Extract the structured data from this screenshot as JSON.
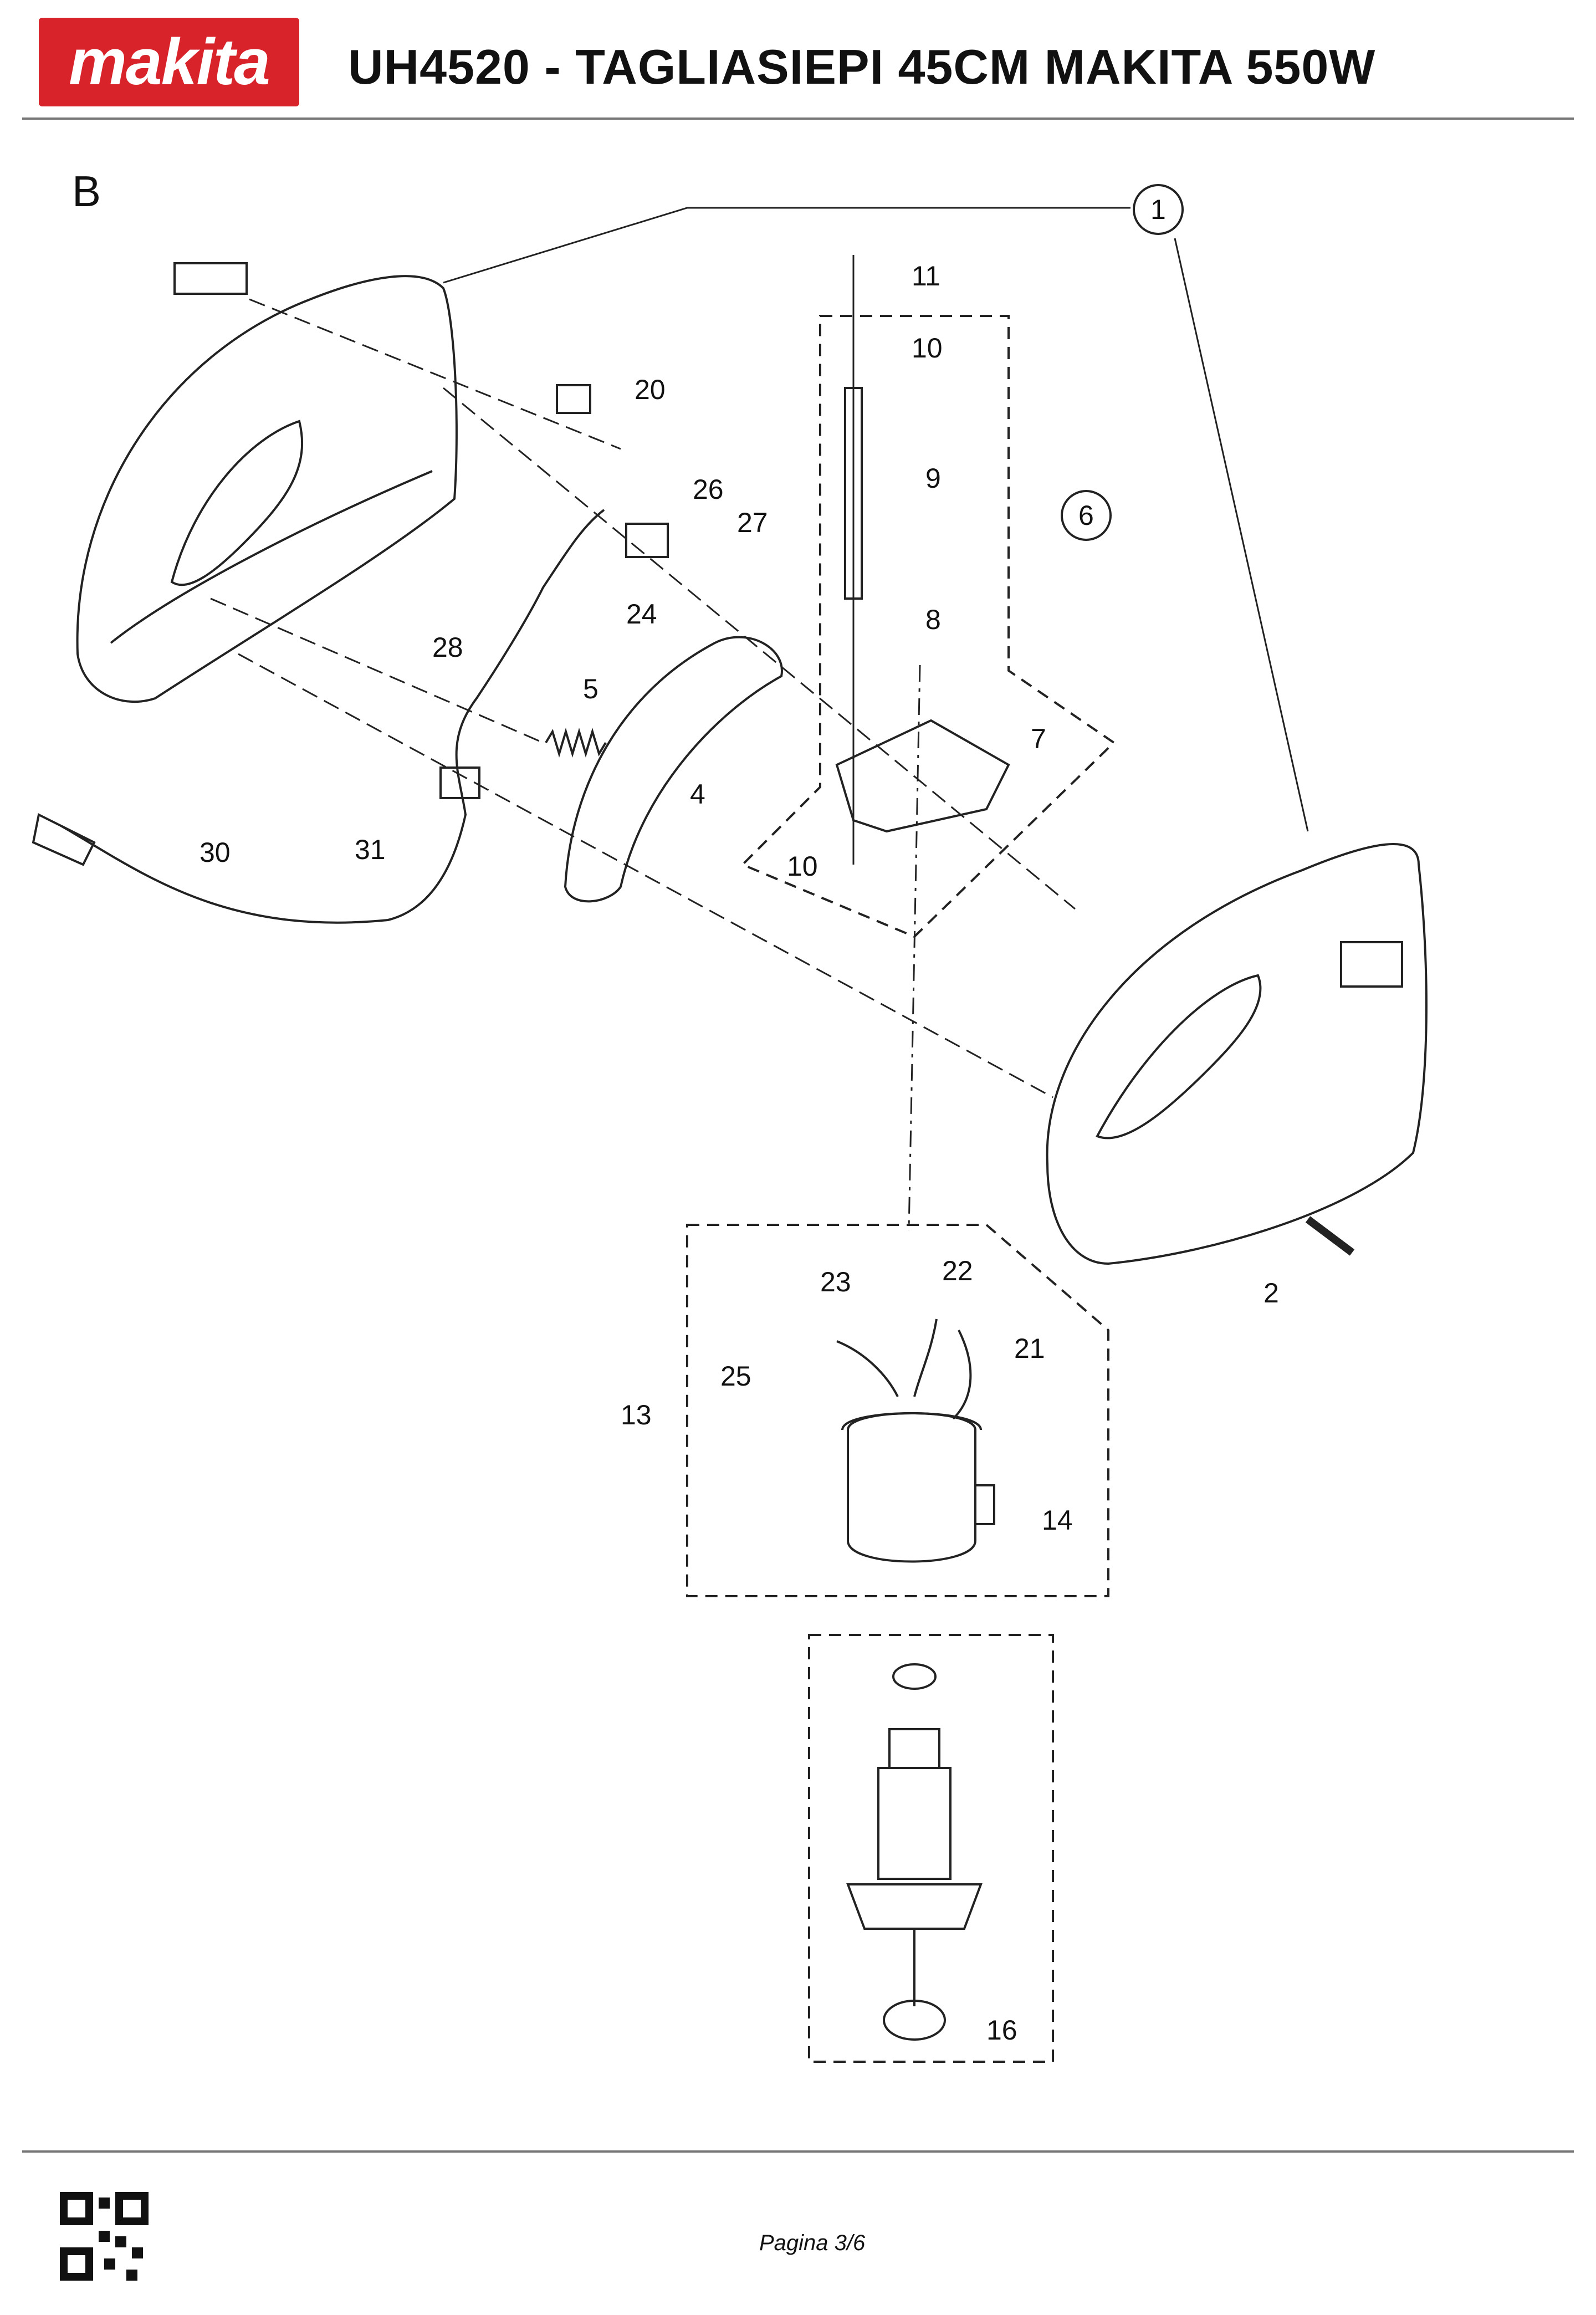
{
  "header": {
    "brand": "makita",
    "title": "UH4520 - TAGLIASIEPI 45CM MAKITA 550W"
  },
  "section_label": "B",
  "callouts": [
    "1",
    "2",
    "4",
    "5",
    "6",
    "7",
    "8",
    "9",
    "10",
    "10",
    "11",
    "13",
    "14",
    "16",
    "20",
    "21",
    "22",
    "23",
    "24",
    "25",
    "26",
    "27",
    "28",
    "30",
    "31"
  ],
  "footer": {
    "page": "Pagina 3/6"
  },
  "colors": {
    "brand_red": "#d9232b",
    "line": "#222222"
  }
}
